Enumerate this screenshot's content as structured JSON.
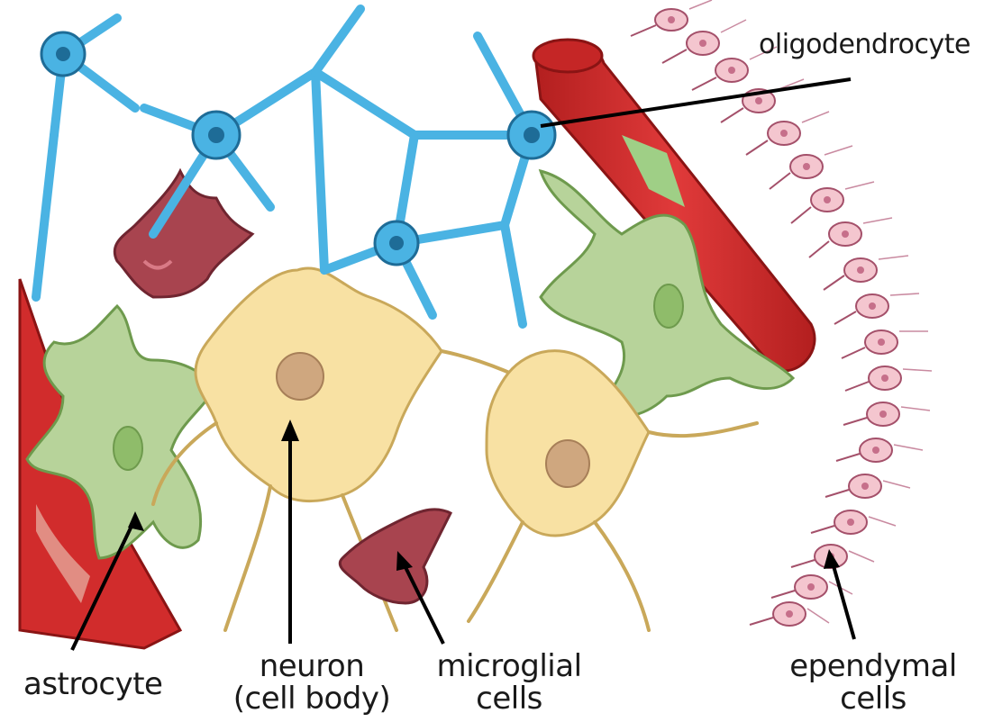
{
  "labels": {
    "oligodendrocyte": "oligodendrocyte",
    "astrocyte": "astrocyte",
    "neuron_line1": "neuron",
    "neuron_line2": "(cell body)",
    "microglial_line1": "microglial",
    "microglial_line2": "cells",
    "ependymal_line1": "ependymal",
    "ependymal_line2": "cells"
  },
  "colors": {
    "oligodendrocyte": "#4ab3e3",
    "blood_vessel": "#d12c2c",
    "astrocyte": "#b7d39a",
    "neuron": "#f8e1a3",
    "neuron_nucleus": "#cfa77f",
    "microglia": "#a8444f",
    "ependymal": "#f4c6cf"
  }
}
